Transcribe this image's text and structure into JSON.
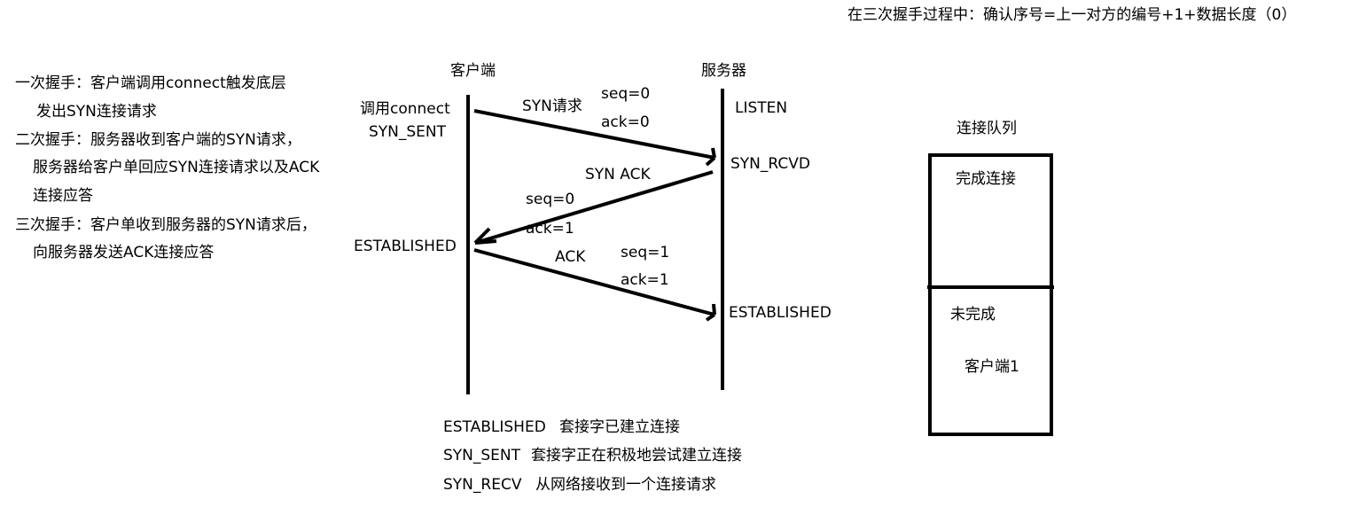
{
  "note": "在三次握手过程中：确认序号=上一对方的编号+1+数据长度（0）",
  "handshake_steps": [
    {
      "line1": "一次握手：客户端调用connect触发底层",
      "line2": "发出SYN连接请求"
    },
    {
      "line1": "二次握手：服务器收到客户端的SYN请求，",
      "line2": "服务器给客户单回应SYN连接请求以及ACK",
      "line3": "连接应答"
    },
    {
      "line1": "三次握手：客户单收到服务器的SYN请求后，",
      "line2": "向服务器发送ACK连接应答"
    }
  ],
  "lifelines": {
    "client": "客户端",
    "server": "服务器"
  },
  "client_states": {
    "call": "调用connect",
    "syn_sent": "SYN_SENT",
    "established": "ESTABLISHED"
  },
  "server_states": {
    "listen": "LISTEN",
    "syn_rcvd": "SYN_RCVD",
    "established": "ESTABLISHED"
  },
  "messages": [
    {
      "label": "SYN请求",
      "seq": "seq=0",
      "ack": "ack=0",
      "direction": "client-to-server"
    },
    {
      "label": "SYN  ACK",
      "seq": "seq=0",
      "ack": "ack=1",
      "direction": "server-to-client"
    },
    {
      "label": "ACK",
      "seq": "seq=1",
      "ack": "ack=1",
      "direction": "client-to-server"
    }
  ],
  "legend": [
    {
      "state": "ESTABLISHED",
      "desc": "套接字已建立连接"
    },
    {
      "state": "SYN_SENT",
      "desc": "套接字正在积极地尝试建立连接"
    },
    {
      "state": "SYN_RECV",
      "desc": "从网络接收到一个连接请求"
    }
  ],
  "queue": {
    "title": "连接队列",
    "completed_label": "完成连接",
    "incomplete_label": "未完成",
    "incomplete_items": [
      "客户端1"
    ]
  }
}
